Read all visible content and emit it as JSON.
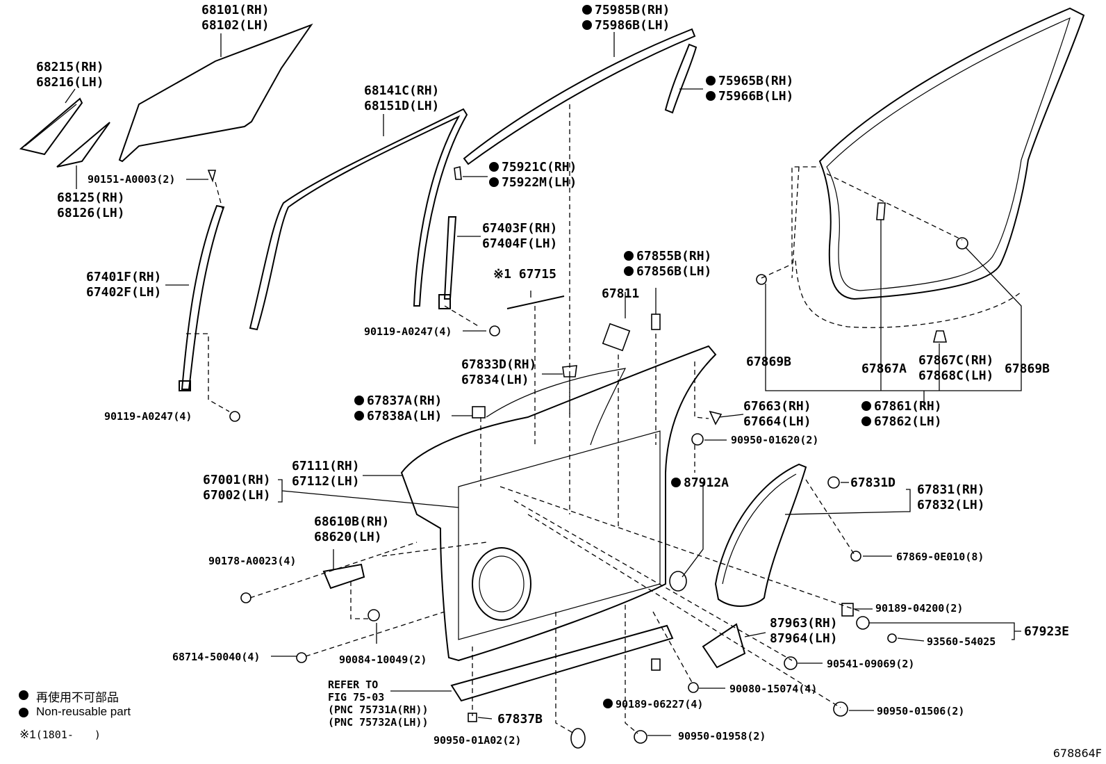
{
  "diagram_id": "678864F",
  "legend": {
    "non_reusable_jp": "再使用不可部品",
    "non_reusable_en": "Non-reusable part",
    "note_mark": "※1",
    "note_text": "(1801-　　)"
  },
  "labels": {
    "p68101": [
      "68101(RH)",
      "68102(LH)"
    ],
    "p68215": [
      "68215(RH)",
      "68216(LH)"
    ],
    "p68125": [
      "68125(RH)",
      "68126(LH)"
    ],
    "p90151": "90151-A0003(2)",
    "p67401": [
      "67401F(RH)",
      "67402F(LH)"
    ],
    "p90119a": "90119-A0247(4)",
    "p68141": [
      "68141C(RH)",
      "68151D(LH)"
    ],
    "p75985": [
      "75985B(RH)",
      "75986B(LH)"
    ],
    "p75965": [
      "75965B(RH)",
      "75966B(LH)"
    ],
    "p75921": [
      "75921C(RH)",
      "75922M(LH)"
    ],
    "p67403": [
      "67403F(RH)",
      "67404F(LH)"
    ],
    "p67715": "※1 67715",
    "p90119b": "90119-A0247(4)",
    "p67855": [
      "67855B(RH)",
      "67856B(LH)"
    ],
    "p67811": "67811",
    "p67833": [
      "67833D(RH)",
      "67834(LH)"
    ],
    "p67837a": [
      "67837A(RH)",
      "67838A(LH)"
    ],
    "p67663": [
      "67663(RH)",
      "67664(LH)"
    ],
    "p90950a": "90950-01620(2)",
    "p67111": [
      "67111(RH)",
      "67112(LH)"
    ],
    "p67001": [
      "67001(RH)",
      "67002(LH)"
    ],
    "p87912": "87912A",
    "p67831d": "67831D",
    "p67831": [
      "67831(RH)",
      "67832(LH)"
    ],
    "p68610": [
      "68610B(RH)",
      "68620(LH)"
    ],
    "p90178": "90178-A0023(4)",
    "p67869e": "67869-0E010(8)",
    "p90189a": "90189-04200(2)",
    "p67923": "67923E",
    "p93560": "93560-54025",
    "p87963": [
      "87963(RH)",
      "87964(LH)"
    ],
    "p68714": "68714-50040(4)",
    "p90084": "90084-10049(2)",
    "p90541": "90541-09069(2)",
    "p90080": "90080-15074(4)",
    "p90189b": "90189-06227(4)",
    "p90950b": "90950-01506(2)",
    "p90950c": "90950-01958(2)",
    "p90950d": "90950-01A02(2)",
    "p67837b": "67837B",
    "refer": [
      "REFER TO",
      "FIG 75-03",
      "(PNC 75731A(RH))",
      "(PNC 75732A(LH))"
    ],
    "p67869b1": "67869B",
    "p67867a": "67867A",
    "p67867c": [
      "67867C(RH)",
      "67868C(LH)"
    ],
    "p67869b2": "67869B",
    "p67861": [
      "67861(RH)",
      "67862(LH)"
    ]
  }
}
